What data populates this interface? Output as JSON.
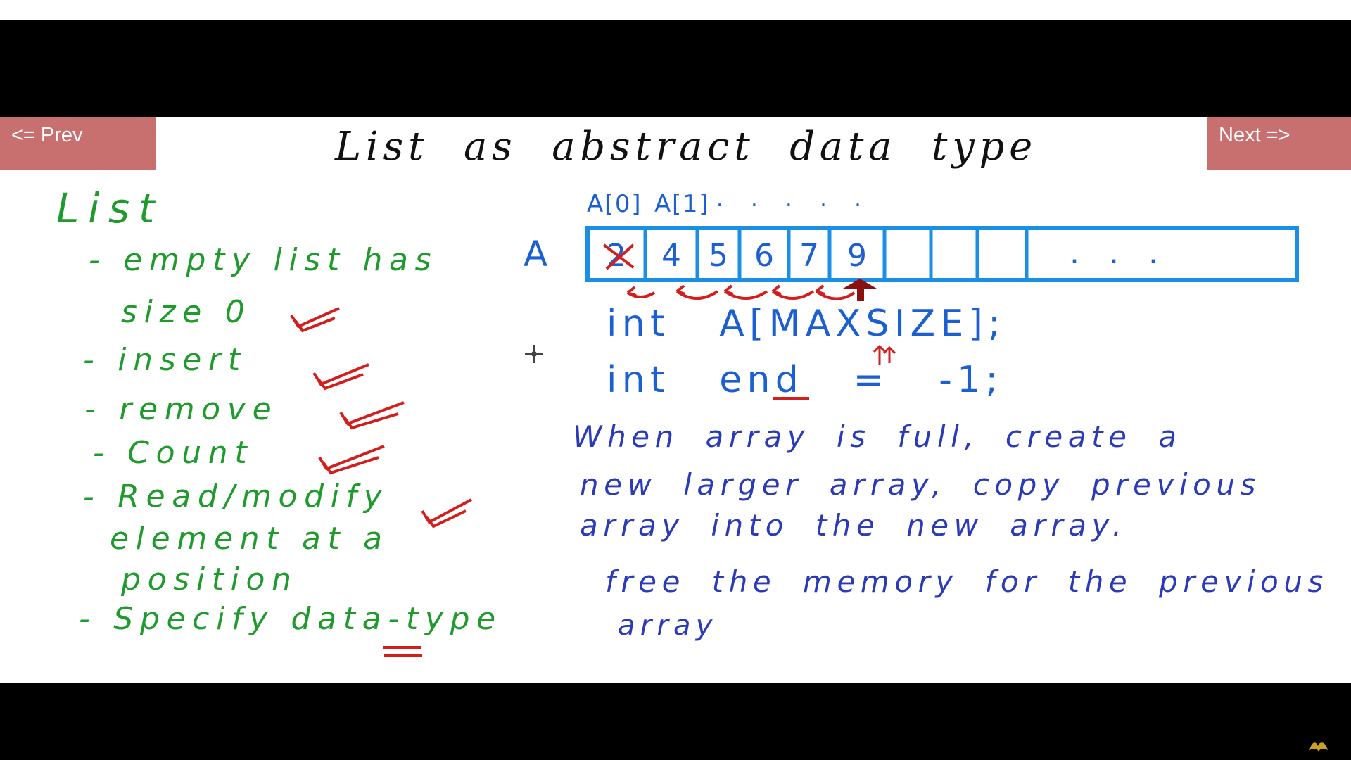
{
  "navigation": {
    "prev_label": "<= Prev",
    "next_label": "Next =>"
  },
  "slide": {
    "title": "List as abstract data type",
    "left_heading": "List",
    "left_items": [
      "- empty list has",
      "size 0",
      "- insert",
      "- remove",
      "- Count",
      "- Read/modify",
      "element at a",
      "position",
      "- Specify data-type"
    ],
    "array_name": "A",
    "index_labels": [
      "A[0]",
      "A[1]",
      ". . . . ."
    ],
    "array_cells": [
      "2",
      "4",
      "5",
      "6",
      "7",
      "9",
      "",
      "",
      "",
      ". . ."
    ],
    "code_lines": [
      "int A[MAXSIZE];",
      "int end = -1;"
    ],
    "notes": [
      "When array is full, create a",
      "new larger array, copy previous",
      "array into the new array.",
      "free the memory for the previous",
      "array"
    ]
  },
  "colors": {
    "green": "#1f9a2d",
    "blue": "#1b5fd1",
    "navy": "#2b3bb8",
    "red": "#d31e1e",
    "nav_button": "#c86f6f"
  }
}
